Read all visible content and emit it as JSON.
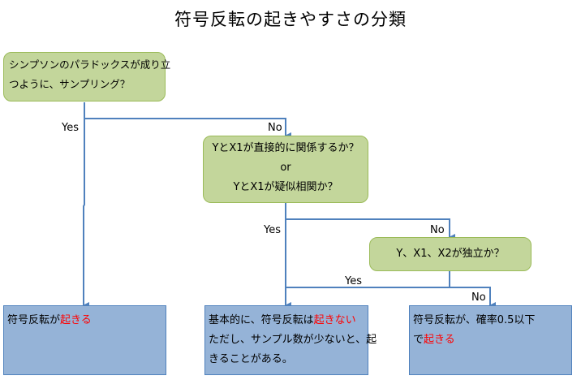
{
  "title": "符号反転の起きやすさの分類",
  "nodes": {
    "q1": {
      "line1": "シンプソンのパラドックスが成り立",
      "line2": "つように、サンプリング？"
    },
    "q2": {
      "line1": "YとX1が直接的に関係するか？",
      "line2": "or",
      "line3": "YとX1が疑似相関か？"
    },
    "q3": {
      "text": "Y、X1、X2が独立か？"
    },
    "r1": {
      "prefix": "符号反転が",
      "highlight": "起きる"
    },
    "r2": {
      "prefix": "基本的に、符号反転は",
      "highlight": "起きない",
      "line2": "ただし、サンプル数が少ないと、起",
      "line3": "きることがある。"
    },
    "r3": {
      "line1": "符号反転が、確率0.5以下",
      "prefix2": "で",
      "highlight": "起きる"
    }
  },
  "edges": {
    "q1_yes": "Yes",
    "q1_no": "No",
    "q2_yes": "Yes",
    "q2_no": "No",
    "q3_yes": "Yes",
    "q3_no": "No"
  },
  "colors": {
    "decision_fill": "#c3d69b",
    "result_fill": "#95b3d7",
    "connector": "#4f81bd",
    "highlight": "#ff0000"
  }
}
